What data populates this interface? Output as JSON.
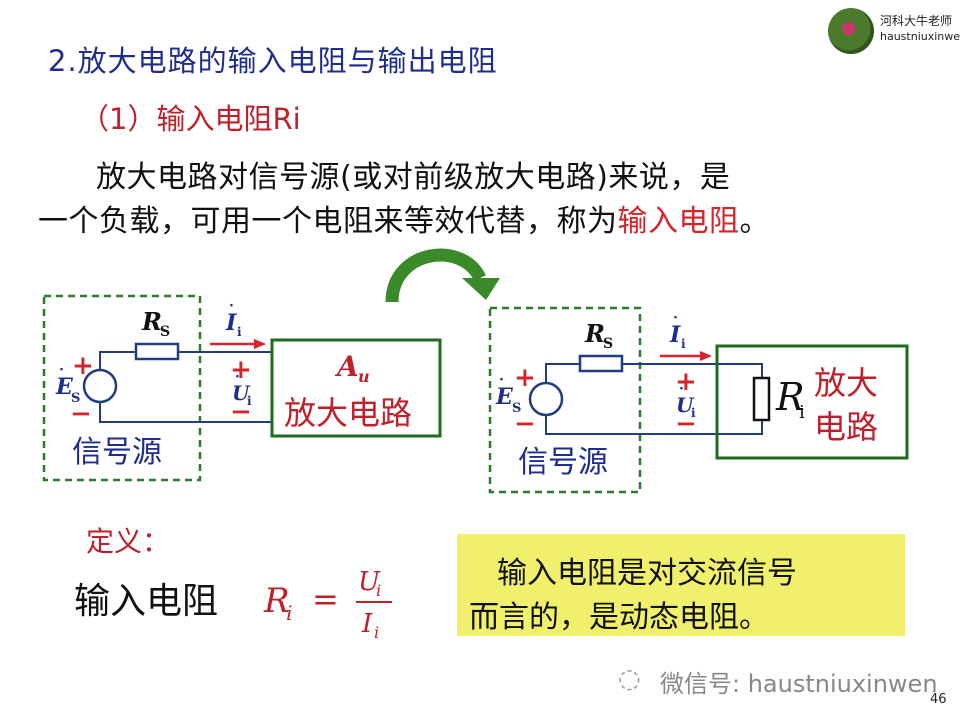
{
  "header": {
    "title": "2.放大电路的输入电阻与输出电阻",
    "subtitle": "（1）输入电阻Ri"
  },
  "logo": {
    "line1": "河科大牛老师",
    "line2": "haustniuxinwen"
  },
  "body": {
    "line1": "放大电路对信号源(或对前级放大电路)来说，是",
    "line2_prefix": "一个负载，可用一个电阻来等效代替，称为",
    "line2_highlight": "输入电阻",
    "line2_suffix": "。"
  },
  "circuit_left": {
    "rs_label": "R",
    "rs_sub": "S",
    "ii_label": "I",
    "ii_sub": "i",
    "es_label": "E",
    "es_sub": "S",
    "ui_label": "U",
    "ui_sub": "i",
    "plus": "+",
    "minus": "−",
    "source_label": "信号源",
    "amp_symbol": "A",
    "amp_sub": "u",
    "amp_label": "放大电路"
  },
  "circuit_right": {
    "rs_label": "R",
    "rs_sub": "S",
    "ii_label": "I",
    "ii_sub": "i",
    "es_label": "E",
    "es_sub": "S",
    "ui_label": "U",
    "ui_sub": "i",
    "plus": "+",
    "minus": "−",
    "source_label": "信号源",
    "ri_label": "R",
    "ri_sub": "i",
    "amp_line1": "放大",
    "amp_line2": "电路"
  },
  "definition": {
    "label": "定义：",
    "term": "输入电阻",
    "formula_lhs": "R",
    "formula_lhs_sub": "i",
    "formula_eq": "=",
    "formula_num": "U",
    "formula_num_sub": "i",
    "formula_den": "I",
    "formula_den_sub": "i"
  },
  "note": {
    "line1": "输入电阻是对交流信号",
    "line2": "而言的，是动态电阻。"
  },
  "watermark": {
    "text": "微信号: haustniuxinwen"
  },
  "page_number": "46",
  "colors": {
    "title_blue": "#1f2d8f",
    "accent_red": "#c0202a",
    "green_box": "#1e6b1e",
    "dashed_green": "#2a7a2a",
    "wire_blue": "#223c80",
    "note_bg": "#f1f06d",
    "arrow_green": "#3a8a2a"
  }
}
